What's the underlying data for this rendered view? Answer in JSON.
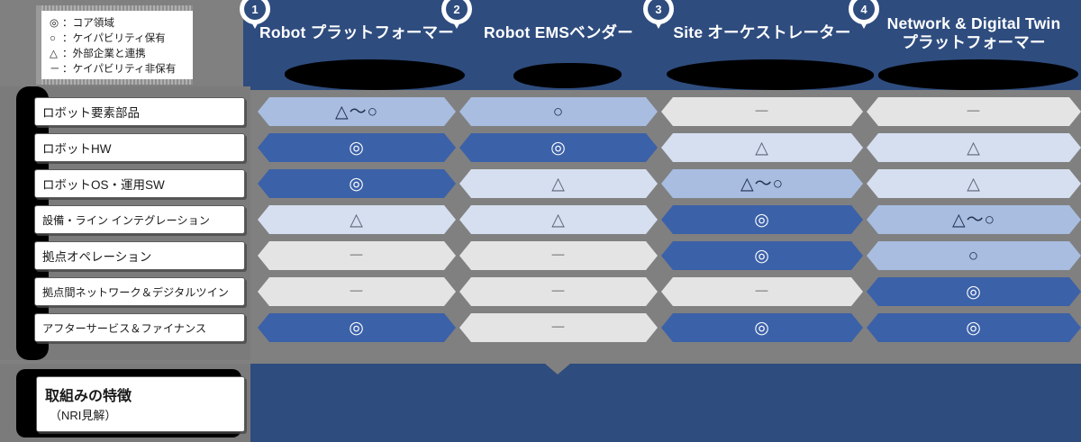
{
  "legend": {
    "items": [
      {
        "symbol": "◎",
        "label": "：コア領域"
      },
      {
        "symbol": "○",
        "label": "：ケイパビリティ保有"
      },
      {
        "symbol": "△",
        "label": "：外部企業と連携"
      },
      {
        "symbol": "－",
        "label": "：ケイパビリティ非保有"
      }
    ]
  },
  "columns": [
    {
      "num": "1",
      "title": "Robot プラットフォーマー",
      "title2": ""
    },
    {
      "num": "2",
      "title": "Robot EMSベンダー",
      "title2": ""
    },
    {
      "num": "3",
      "title": "Site オーケストレーター",
      "title2": ""
    },
    {
      "num": "4",
      "title": "Network & Digital Twin",
      "title2": "プラットフォーマー"
    }
  ],
  "rows": [
    {
      "label": "ロボット要素部品"
    },
    {
      "label": "ロボットHW"
    },
    {
      "label": "ロボットOS・運用SW"
    },
    {
      "label": "設備・ライン インテグレーション"
    },
    {
      "label": "拠点オペレーション"
    },
    {
      "label": "拠点間ネットワーク＆デジタルツイン"
    },
    {
      "label": "アフターサービス＆ファイナンス"
    }
  ],
  "matrix": [
    [
      {
        "sym": "△〜○",
        "lvl": "cap"
      },
      {
        "sym": "○",
        "lvl": "cap"
      },
      {
        "sym": "－",
        "lvl": "none"
      },
      {
        "sym": "－",
        "lvl": "none"
      }
    ],
    [
      {
        "sym": "◎",
        "lvl": "core"
      },
      {
        "sym": "◎",
        "lvl": "core"
      },
      {
        "sym": "△",
        "lvl": "part"
      },
      {
        "sym": "△",
        "lvl": "part"
      }
    ],
    [
      {
        "sym": "◎",
        "lvl": "core"
      },
      {
        "sym": "△",
        "lvl": "part"
      },
      {
        "sym": "△〜○",
        "lvl": "cap"
      },
      {
        "sym": "△",
        "lvl": "part"
      }
    ],
    [
      {
        "sym": "△",
        "lvl": "part"
      },
      {
        "sym": "△",
        "lvl": "part"
      },
      {
        "sym": "◎",
        "lvl": "core"
      },
      {
        "sym": "△〜○",
        "lvl": "cap"
      }
    ],
    [
      {
        "sym": "－",
        "lvl": "none"
      },
      {
        "sym": "－",
        "lvl": "none"
      },
      {
        "sym": "◎",
        "lvl": "core"
      },
      {
        "sym": "○",
        "lvl": "cap"
      }
    ],
    [
      {
        "sym": "－",
        "lvl": "none"
      },
      {
        "sym": "－",
        "lvl": "none"
      },
      {
        "sym": "－",
        "lvl": "none"
      },
      {
        "sym": "◎",
        "lvl": "core"
      }
    ],
    [
      {
        "sym": "◎",
        "lvl": "core"
      },
      {
        "sym": "－",
        "lvl": "none"
      },
      {
        "sym": "◎",
        "lvl": "core"
      },
      {
        "sym": "◎",
        "lvl": "core"
      }
    ]
  ],
  "footer": {
    "title": "取組みの特徴",
    "subtitle": "（NRI見解）"
  },
  "colors": {
    "header_navy": "#2e4c7e",
    "core": "#3b61a8",
    "capability": "#a8bde0",
    "partial": "#d6dff0",
    "none": "#e4e4e4",
    "canvas": "#808080"
  }
}
